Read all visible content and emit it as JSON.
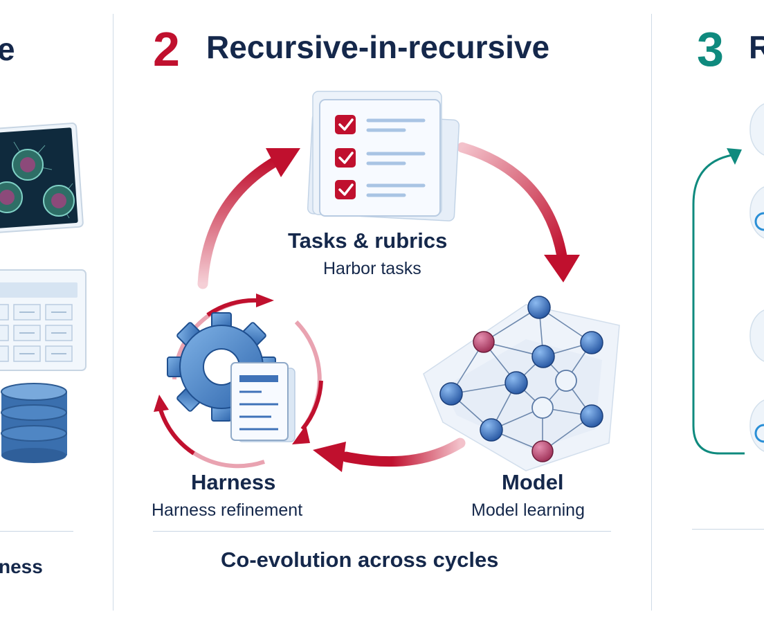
{
  "left_panel": {
    "heading_fragment": "e",
    "footer_fragment": "ness"
  },
  "center_panel": {
    "number": "2",
    "heading": "Recursive-in-recursive",
    "nodes": {
      "tasks": {
        "title": "Tasks & rubrics",
        "subtitle": "Harbor tasks"
      },
      "harness": {
        "title": "Harness",
        "subtitle": "Harness refinement"
      },
      "model": {
        "title": "Model",
        "subtitle": "Model learning"
      }
    },
    "footer": "Co-evolution across cycles"
  },
  "right_panel": {
    "number": "3",
    "heading_fragment": "R"
  },
  "colors": {
    "navy": "#15284b",
    "crimson": "#c0102e",
    "teal": "#0f8a7e"
  }
}
